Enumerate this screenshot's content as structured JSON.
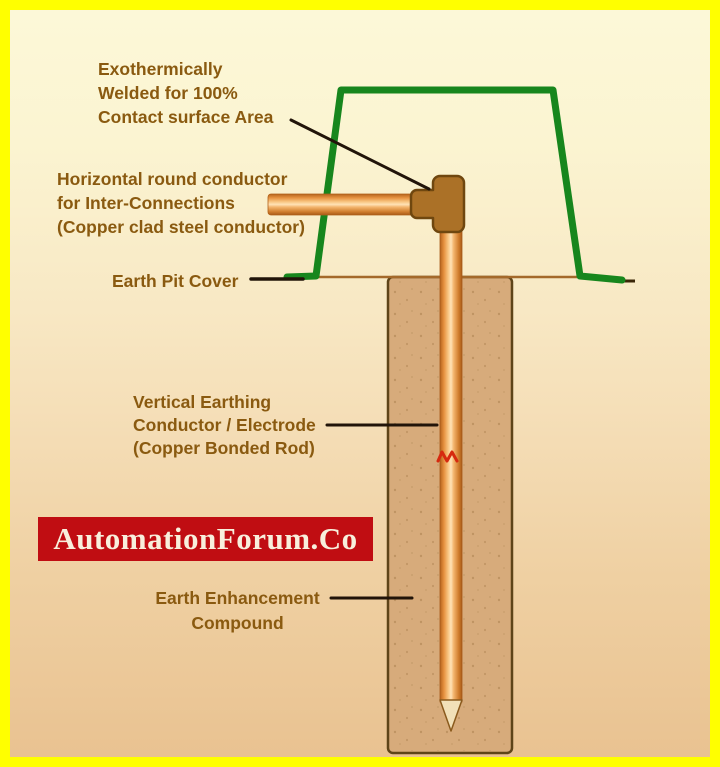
{
  "labels": {
    "exothermic_weld": {
      "lines": [
        "Exothermically",
        "Welded for 100%",
        "Contact surface Area"
      ]
    },
    "horizontal_conductor": {
      "lines": [
        "Horizontal round conductor",
        "for Inter-Connections",
        "(Copper clad steel conductor)"
      ]
    },
    "earth_pit_cover": {
      "text": "Earth Pit Cover"
    },
    "vertical_conductor": {
      "lines": [
        "Vertical Earthing",
        "Conductor / Electrode",
        "(Copper Bonded Rod)"
      ]
    },
    "earth_enhancement": {
      "lines": [
        "Earth Enhancement",
        "Compound"
      ]
    }
  },
  "watermark": {
    "text": "AutomationForum.Co",
    "bg_color": "#c00d12",
    "text_color": "#f8efdc"
  },
  "colors": {
    "frame_yellow": "#ffff00",
    "background_top": "#fcf8d8",
    "background_bottom": "#e9c291",
    "cover_green": "#17861d",
    "label_brown": "#8a5a10",
    "leader_dark": "#211409",
    "pit_fill": "#d7ab7b",
    "pit_speckle": "#b98e5c",
    "pit_border": "#5e4418",
    "ground_line": "#a4692a",
    "copper_light": "#ffe2b6",
    "copper_dark": "#b4641e",
    "joint_fill": "#ab7127",
    "joint_border": "#6f470f",
    "rod_tip_fill": "#f1e0b8",
    "weld_mark_red": "#d6290f"
  }
}
